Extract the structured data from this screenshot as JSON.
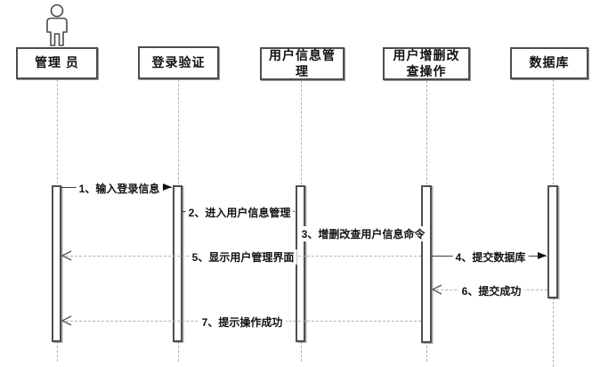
{
  "diagram": {
    "type": "uml-sequence-diagram",
    "background": "#ffffff",
    "participants": [
      {
        "id": "admin",
        "label": "管理 员",
        "kind": "actor"
      },
      {
        "id": "login-verify",
        "label": "登录验证",
        "kind": "object"
      },
      {
        "id": "user-info-mgmt",
        "label": "用户信息管理",
        "kind": "object"
      },
      {
        "id": "user-crud-ops",
        "label": "用户增删改查操作",
        "kind": "object"
      },
      {
        "id": "database",
        "label": "数据库",
        "kind": "object"
      }
    ],
    "messages": [
      {
        "label": "1、输入登录信息",
        "from": "管理 员",
        "to": "登录验证",
        "line": "solid",
        "direction": "right"
      },
      {
        "label": "2、进入用户信息管理",
        "from": "登录验证",
        "to": "用户信息管理",
        "line": "solid",
        "direction": "right"
      },
      {
        "label": "3、增删改查用户信息命令",
        "from": "用户信息管理",
        "to": "用户增删改查操作",
        "line": "none",
        "direction": "right"
      },
      {
        "label": "4、提交数据库",
        "from": "用户增删改查操作",
        "to": "数据库",
        "line": "solid",
        "direction": "right"
      },
      {
        "label": "5、显示用户管理界面",
        "from": "用户增删改查操作",
        "to": "管理 员",
        "line": "dashed",
        "direction": "left"
      },
      {
        "label": "6、提交成功",
        "from": "数据库",
        "to": "用户增删改查操作",
        "line": "dashed",
        "direction": "left"
      },
      {
        "label": "7、提示操作成功",
        "from": "用户增删改查操作",
        "to": "管理 员",
        "line": "dashed",
        "direction": "left"
      }
    ],
    "colors": {
      "solid_line": "#3a3a3a",
      "dashed_line": "#b3b3b3",
      "shape_border": "#4d4d4d",
      "text": "#111111",
      "background": "#ffffff"
    }
  }
}
